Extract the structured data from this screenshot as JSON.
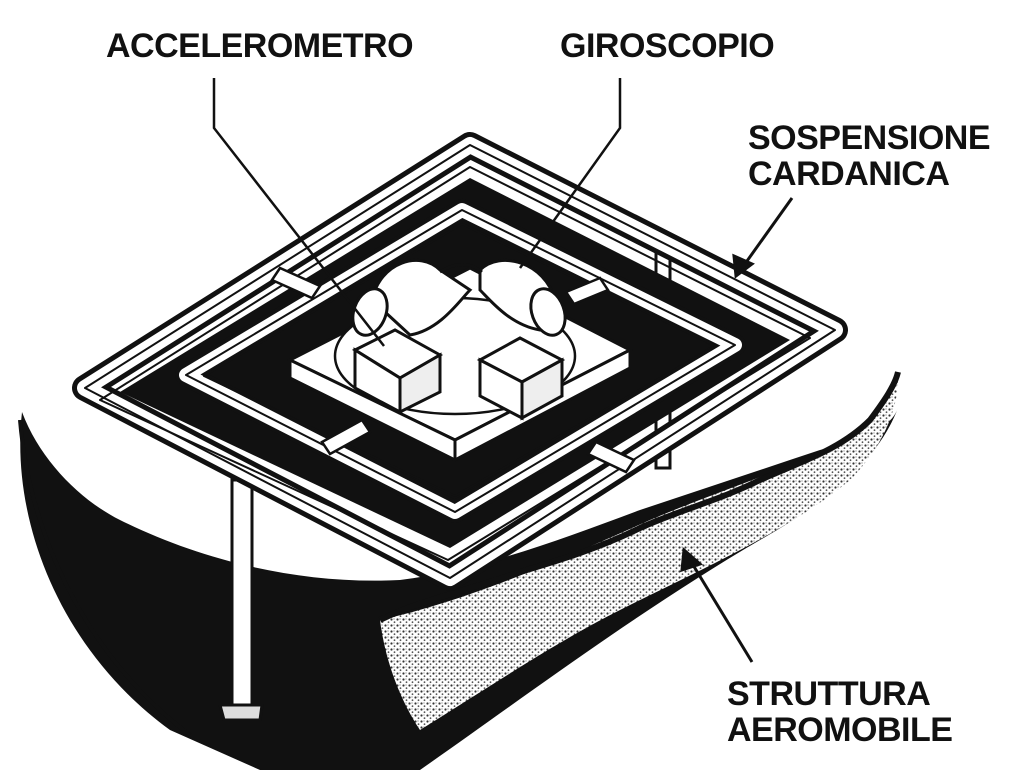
{
  "labels": {
    "accelerometer": "ACCELEROMETRO",
    "gyroscope": "GIROSCOPIO",
    "gimbal_line1": "SOSPENSIONE",
    "gimbal_line2": "CARDANICA",
    "structure_line1": "STRUTTURA",
    "structure_line2": "AEROMOBILE"
  },
  "colors": {
    "ink": "#111111",
    "paper": "#ffffff",
    "stipple": "#9a9a9a"
  }
}
